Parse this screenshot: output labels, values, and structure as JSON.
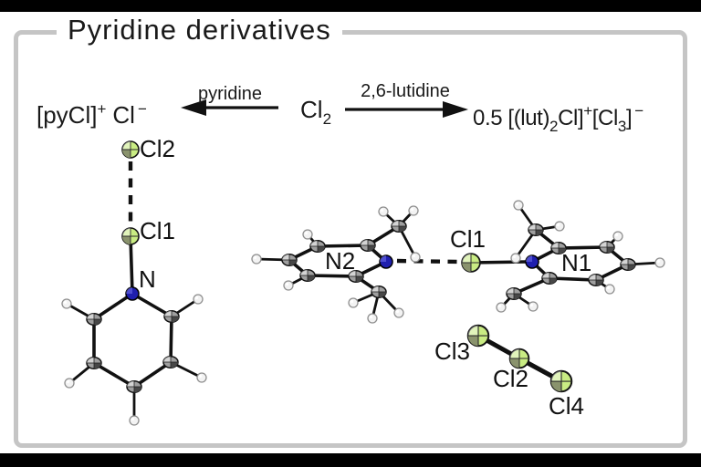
{
  "title": "Pyridine derivatives",
  "scheme": {
    "product_left": {
      "base1": "[pyCl]",
      "sup1": "+",
      "base2": "Cl",
      "sup2": "−"
    },
    "arrow_left_label": "pyridine",
    "reactant": {
      "base": "Cl",
      "sub": "2"
    },
    "arrow_right_label": "2,6-lutidine",
    "product_right": {
      "seg1": "0.5 [(lut)",
      "sub1": "2",
      "seg2": "Cl]",
      "sup1": "+",
      "seg3": "[Cl",
      "sub2": "3",
      "seg4": "]",
      "sup2": "−"
    }
  },
  "atom_labels": {
    "py_cl2": "Cl2",
    "py_cl1": "Cl1",
    "py_n": "N",
    "lut_n2": "N2",
    "center_cl1": "Cl1",
    "lut_n1": "N1",
    "tri_cl3": "Cl3",
    "tri_cl2": "Cl2",
    "tri_cl4": "Cl4"
  },
  "colors": {
    "chlorine": "#c9ec83",
    "nitrogen": "#1f1fae",
    "carbon": "#9f9f9f",
    "hydrogen": "#f3f3f3",
    "frame_border": "#c5c5c5",
    "background": "#ffffff",
    "letterbox": "#000000",
    "text": "#1a1a1a"
  }
}
